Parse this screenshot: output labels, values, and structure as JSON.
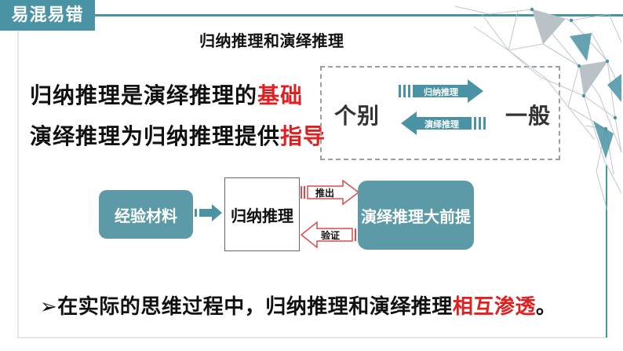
{
  "header": {
    "badge": "易混易错"
  },
  "title": "归纳推理和演绎推理",
  "statements": [
    {
      "prefix": "归纳推理是演绎推理的",
      "highlight": "基础"
    },
    {
      "prefix": "演绎推理为归纳推理提供",
      "highlight": "指导"
    }
  ],
  "relation": {
    "left_word": "个别",
    "right_word": "一般",
    "top_arrow_label": "归纳推理",
    "bottom_arrow_label": "演绎推理"
  },
  "flow": {
    "material": "经验材料",
    "inductive": "归纳推理",
    "premise": "演绎推理大前提",
    "forward_label": "推出",
    "backward_label": "验证"
  },
  "conclusion": {
    "bullet": "➢",
    "prefix": "在实际的思维过程中，归纳推理和演绎推理",
    "highlight": "相互渗透",
    "suffix": "。"
  },
  "colors": {
    "teal": "#4a93a4",
    "box_teal": "#5b9aa6",
    "accent_red": "#e02020",
    "text": "#111111"
  }
}
